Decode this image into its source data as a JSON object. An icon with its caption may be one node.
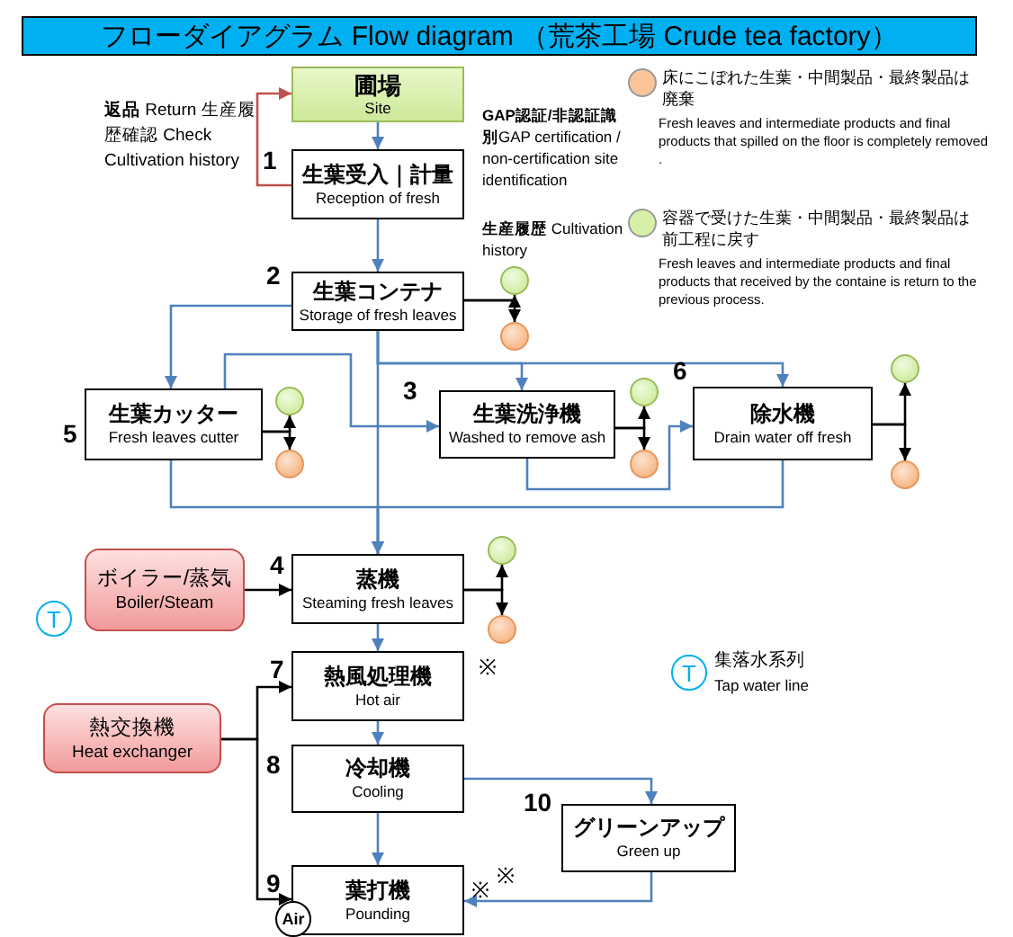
{
  "diagram": {
    "title": "フローダイアグラム Flow diagram （荒茶工場 Crude tea factory）",
    "nodes": [
      {
        "text": [
          "圃場",
          "Site"
        ]
      },
      {
        "text": [
          "生葉受入｜計量",
          "Reception of fresh"
        ]
      },
      {
        "text": [
          "生葉コンテナ",
          "Storage of fresh leaves"
        ]
      },
      {
        "text": [
          "生葉洗浄機",
          "Washed to remove ash"
        ]
      },
      {
        "text": [
          "蒸機",
          "Steaming fresh leaves"
        ]
      },
      {
        "text": [
          "生葉カッター",
          "Fresh leaves cutter"
        ]
      },
      {
        "text": [
          "除水機",
          "Drain water off fresh"
        ]
      },
      {
        "text": [
          "熱風処理機",
          "Hot air"
        ]
      },
      {
        "text": [
          "冷却機",
          "Cooling"
        ]
      },
      {
        "text": [
          "葉打機",
          "Pounding"
        ]
      },
      {
        "text": [
          "グリーンアップ",
          "Green up"
        ]
      },
      {
        "text": [
          "ボイラー/蒸気",
          "Boiler/Steam"
        ]
      },
      {
        "text": [
          "熱交換機",
          "Heat exchanger"
        ]
      },
      {
        "text": [
          "Air"
        ]
      },
      {
        "text": [
          "T"
        ]
      },
      {
        "text": [
          "T"
        ],
        "beside": [
          "集落水系列",
          "Tap water line"
        ]
      },
      {
        "text": [],
        "shape": "circle"
      },
      {
        "text": [],
        "shape": "circle"
      },
      {
        "text": [],
        "shape": "circle"
      },
      {
        "text": [],
        "shape": "circle"
      },
      {
        "text": [],
        "shape": "circle"
      },
      {
        "text": [],
        "shape": "circle"
      },
      {
        "text": [],
        "shape": "circle"
      },
      {
        "text": [],
        "shape": "circle"
      },
      {
        "text": [],
        "shape": "circle"
      },
      {
        "text": [],
        "shape": "circle"
      }
    ],
    "edges": [
      {
        "from": 0,
        "to": 1,
        "arrow": "to"
      },
      {
        "from": 1,
        "to": 0,
        "arrow": "to",
        "color": "#c0504d"
      },
      {
        "from": 1,
        "to": 2,
        "arrow": "to"
      },
      {
        "from": 2,
        "to": 5,
        "arrow": "to"
      },
      {
        "from": 2,
        "to": 3,
        "arrow": "to"
      },
      {
        "from": 2,
        "to": 6,
        "arrow": "to"
      },
      {
        "from": 2,
        "to": 4,
        "arrow": "to"
      },
      {
        "from": 5,
        "to": 3,
        "arrow": "to"
      },
      {
        "from": 3,
        "to": 6,
        "arrow": "to"
      },
      {
        "from": 5,
        "to": 4,
        "arrow": "to"
      },
      {
        "from": 6,
        "to": 4,
        "arrow": "to"
      },
      {
        "from": 2,
        "to": 16,
        "arrow": "to",
        "color": "#000000"
      },
      {
        "from": 2,
        "to": 17,
        "arrow": "to",
        "color": "#000000"
      },
      {
        "from": 5,
        "to": 18,
        "arrow": "to",
        "color": "#000000"
      },
      {
        "from": 5,
        "to": 19,
        "arrow": "to",
        "color": "#000000"
      },
      {
        "from": 3,
        "to": 20,
        "arrow": "to",
        "color": "#000000"
      },
      {
        "from": 3,
        "to": 21,
        "arrow": "to",
        "color": "#000000"
      },
      {
        "from": 6,
        "to": 22,
        "arrow": "to",
        "color": "#000000"
      },
      {
        "from": 6,
        "to": 23,
        "arrow": "to",
        "color": "#000000"
      },
      {
        "from": 4,
        "to": 24,
        "arrow": "to",
        "color": "#000000"
      },
      {
        "from": 4,
        "to": 25,
        "arrow": "to",
        "color": "#000000"
      },
      {
        "from": 11,
        "to": 4,
        "arrow": "to",
        "color": "#000000"
      },
      {
        "from": 4,
        "to": 7,
        "arrow": "to"
      },
      {
        "from": 7,
        "to": 8,
        "arrow": "to"
      },
      {
        "from": 8,
        "to": 9,
        "arrow": "to"
      },
      {
        "from": 8,
        "to": 10,
        "arrow": "to"
      },
      {
        "from": 10,
        "to": 9,
        "arrow": "to"
      },
      {
        "from": 12,
        "to": 7,
        "arrow": "to",
        "color": "#000000"
      },
      {
        "from": 12,
        "to": 9,
        "arrow": "to",
        "color": "#000000"
      }
    ],
    "labels": [
      "**返品** Return 生産履歴確認 Check Cultivation history",
      "**GAP認証/非認証識別**GAP certification / non-certification site identification",
      "Fresh leaves and intermediate products and final products that spilled on the floor is completely removed .",
      "1",
      "**生産履歴** Cultivation history",
      "Fresh leaves and intermediate products and final products that received by the containe is return to the previous process.",
      "2",
      "3",
      "6",
      "5",
      "4",
      "7",
      "※",
      "8",
      "10",
      "9",
      "※",
      "※"
    ],
    "legend": [
      {
        "text": "床にこぼれた生葉・中間製品・最終製品は廃棄",
        "color": "#f9c49a"
      },
      {
        "text": "容器で受けた生葉・中間製品・最終製品は前工程に戻す",
        "color": "#d7f0a8"
      }
    ]
  }
}
